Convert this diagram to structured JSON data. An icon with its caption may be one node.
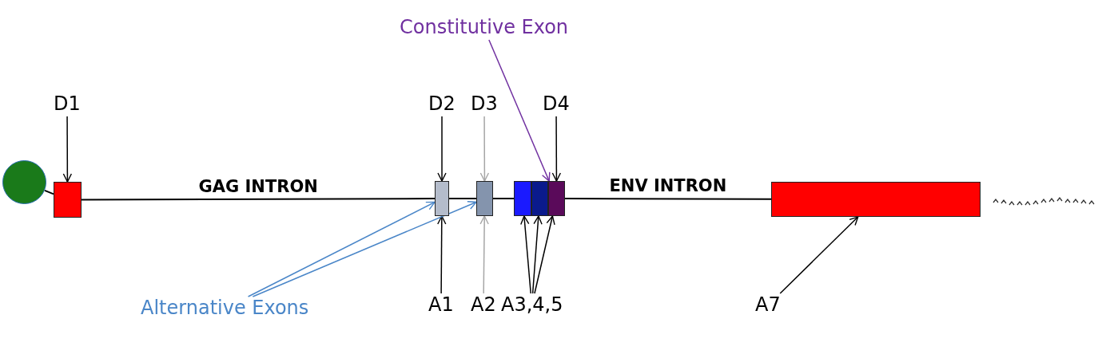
{
  "diagram": {
    "nodes": [
      {
        "text": [
          "Constitutive Exon"
        ]
      },
      {
        "text": [
          "D1"
        ]
      },
      {
        "text": [
          "D2"
        ]
      },
      {
        "text": [
          "D3"
        ]
      },
      {
        "text": [
          "D4"
        ]
      },
      {
        "text": [],
        "shape": "circle"
      },
      {
        "text": [],
        "shape": "box"
      },
      {
        "text": [],
        "shape": "box"
      },
      {
        "text": [],
        "shape": "box"
      },
      {
        "text": [],
        "shape": "box"
      },
      {
        "text": [],
        "shape": "box"
      },
      {
        "text": [],
        "shape": "box"
      },
      {
        "text": [],
        "shape": "box"
      },
      {
        "text": [
          "A1"
        ]
      },
      {
        "text": [
          "A2"
        ]
      },
      {
        "text": [
          "A3,4,5"
        ]
      },
      {
        "text": [
          "A7"
        ]
      },
      {
        "text": [
          "Alternative Exons"
        ]
      }
    ],
    "edges": [
      {
        "from": 5,
        "to": 6,
        "arrow": "none"
      },
      {
        "from": 6,
        "to": 7,
        "arrow": "none",
        "label": "GAG INTRON"
      },
      {
        "from": 7,
        "to": 8,
        "arrow": "none"
      },
      {
        "from": 8,
        "to": 9,
        "arrow": "none"
      },
      {
        "from": 11,
        "to": 12,
        "arrow": "none",
        "label": "ENV INTRON"
      },
      {
        "from": 1,
        "to": 6,
        "arrow": "to"
      },
      {
        "from": 2,
        "to": 7,
        "arrow": "to"
      },
      {
        "from": 3,
        "to": 8,
        "arrow": "to",
        "color": "#a6a6a6"
      },
      {
        "from": 4,
        "to": 11,
        "arrow": "to"
      },
      {
        "from": 0,
        "to": 11,
        "arrow": "to",
        "color": "#7030a0"
      },
      {
        "from": 13,
        "to": 7,
        "arrow": "to"
      },
      {
        "from": 14,
        "to": 8,
        "arrow": "to",
        "color": "#a6a6a6"
      },
      {
        "from": 15,
        "to": 9,
        "arrow": "to"
      },
      {
        "from": 15,
        "to": 10,
        "arrow": "to"
      },
      {
        "from": 15,
        "to": 11,
        "arrow": "to"
      },
      {
        "from": 16,
        "to": 12,
        "arrow": "to"
      },
      {
        "from": 17,
        "to": 7,
        "arrow": "to",
        "color": "#4a86c8"
      },
      {
        "from": 17,
        "to": 8,
        "arrow": "to",
        "color": "#4a86c8"
      }
    ]
  }
}
